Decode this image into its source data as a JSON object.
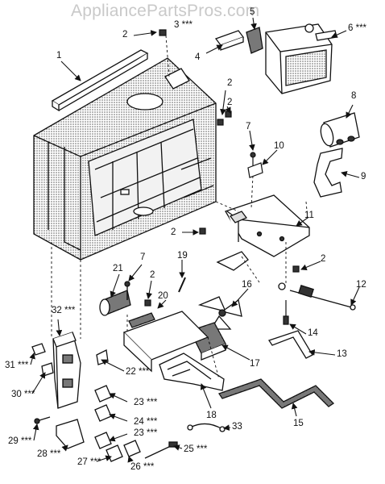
{
  "watermark": "AppliancePartsPros.com",
  "callouts": {
    "c1": "1",
    "c2a": "2",
    "c2b": "2",
    "c2c": "2",
    "c2d": "2",
    "c2e": "2",
    "c2f": "2",
    "c3": "3 ***",
    "c4": "4",
    "c5": "5",
    "c6": "6 ***",
    "c7a": "7",
    "c7b": "7",
    "c8": "8",
    "c9": "9",
    "c10": "10",
    "c11": "11",
    "c12": "12",
    "c13": "13",
    "c14": "14",
    "c15": "15",
    "c16": "16",
    "c17": "17",
    "c18": "18",
    "c19": "19",
    "c20": "20",
    "c21": "21",
    "c22": "22 ***",
    "c23a": "23 ***",
    "c23b": "23 ***",
    "c24": "24 ***",
    "c25": "25 ***",
    "c26": "26 ***",
    "c27": "27 ***",
    "c28": "28 ***",
    "c29": "29 ***",
    "c30": "30 ***",
    "c31": "31 ***",
    "c32": "32 ***",
    "c33": "33"
  }
}
